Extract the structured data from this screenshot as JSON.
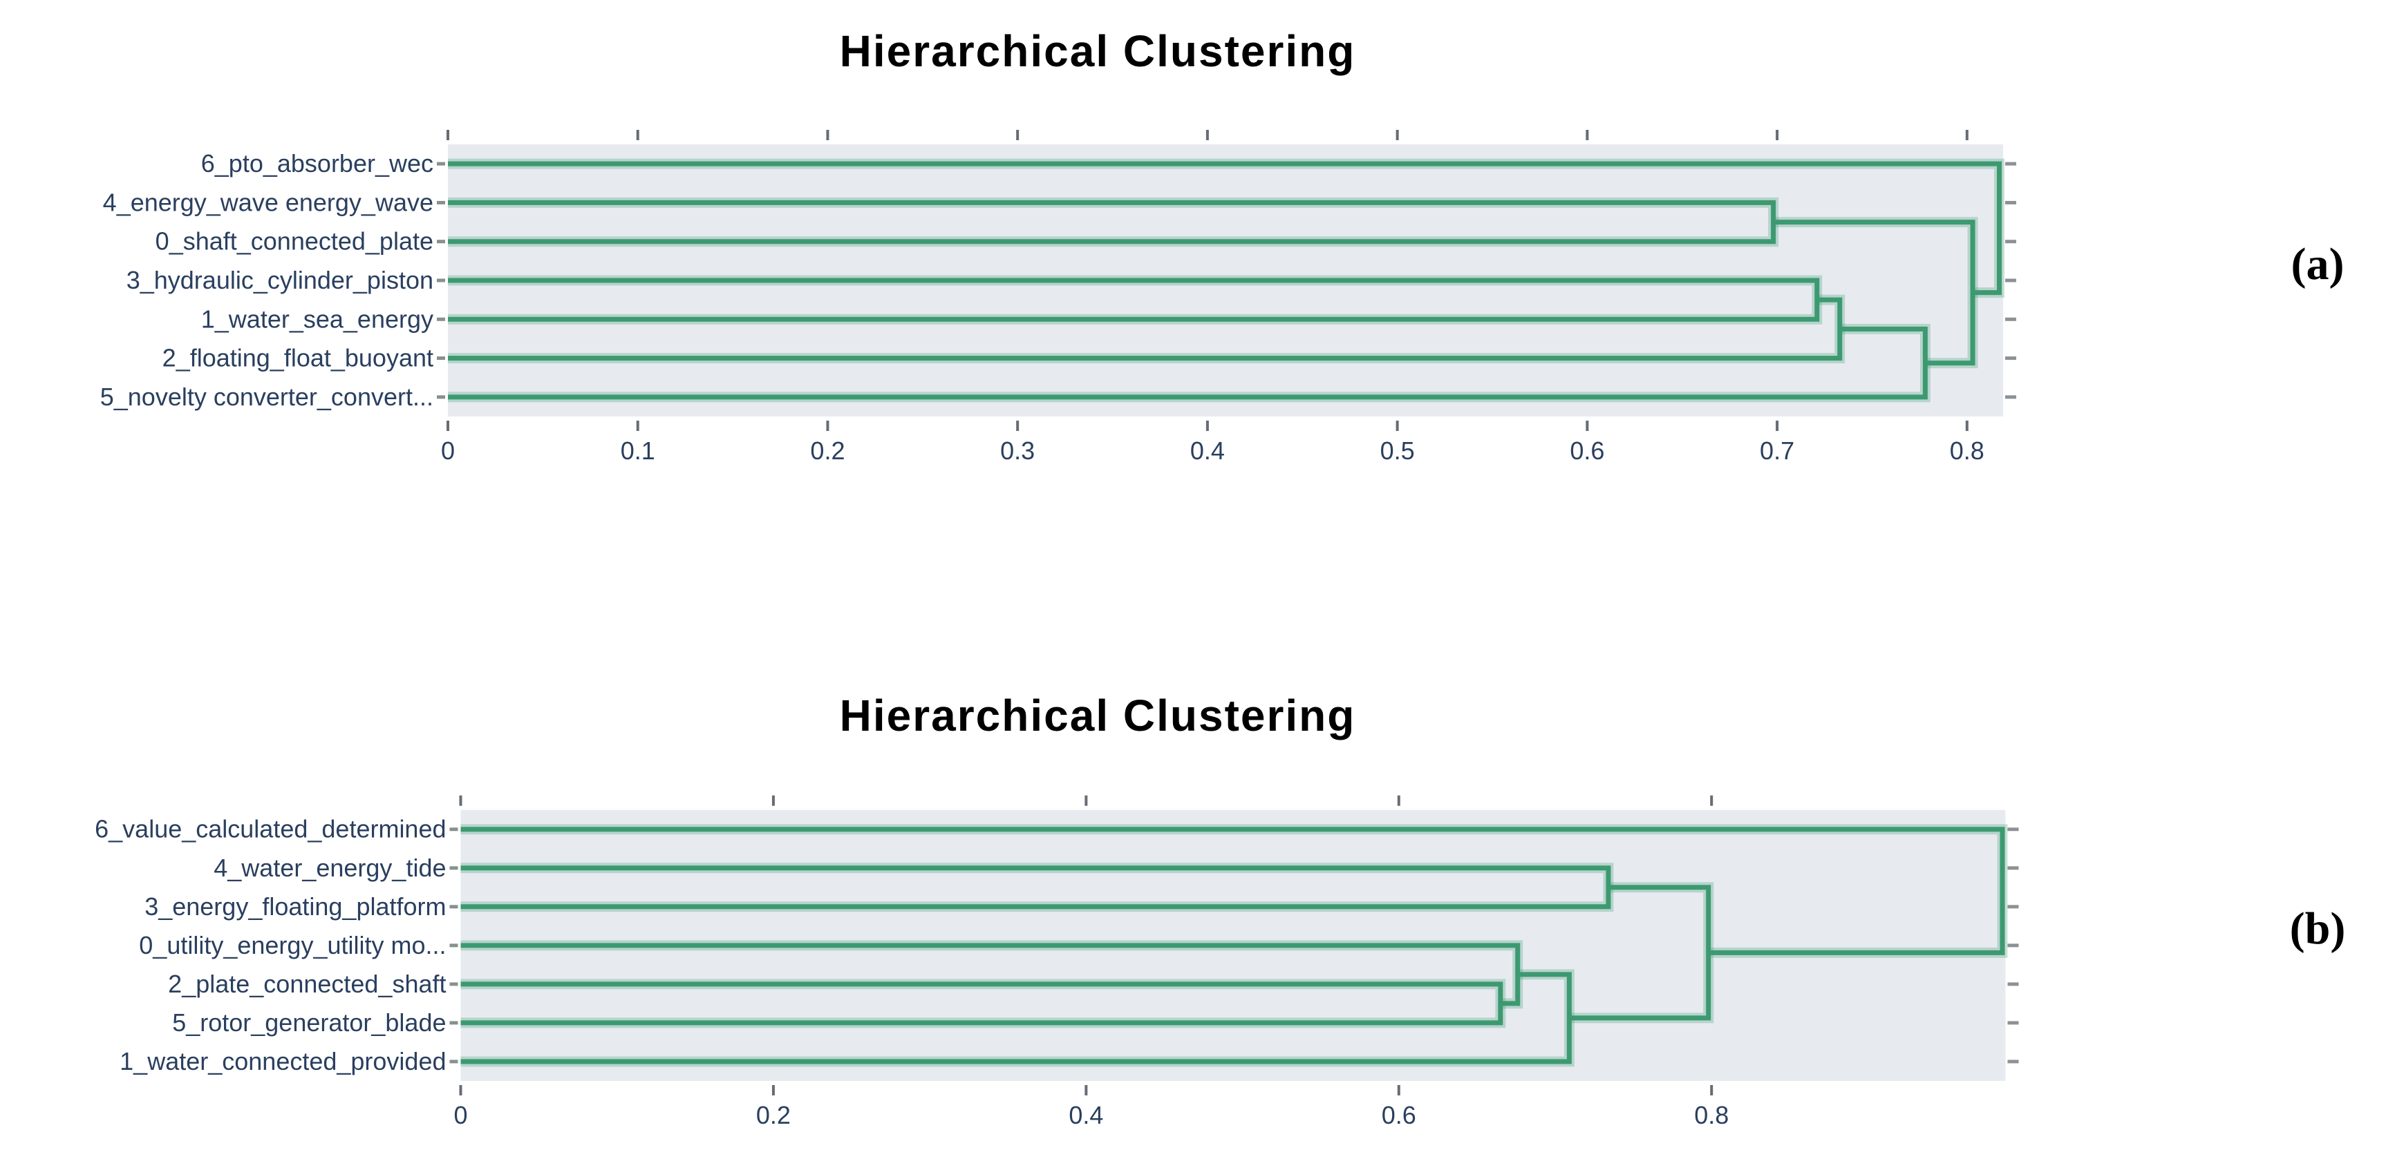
{
  "colors": {
    "line_green": "#3D9970",
    "line_halo": "rgba(61,153,112,0.28)",
    "plot_bg": "#E7EBF0",
    "label_text": "#2a3f5f",
    "title_text": "#000000",
    "axis_tick": "#666c74",
    "leaf_tick": "#87908d",
    "right_tick": "#8d9196"
  },
  "chart_data": [
    {
      "type": "dendrogram",
      "orientation": "horizontal-left-to-right",
      "title": "Hierarchical Clustering",
      "panel_label": "(a)",
      "grid": false,
      "legend": null,
      "leaves": [
        "6_pto_absorber_wec",
        "4_energy_wave energy_wave",
        "0_shaft_connected_plate",
        "3_hydraulic_cylinder_piston",
        "1_water_sea_energy",
        "2_floating_float_buoyant",
        "5_novelty converter_convert..."
      ],
      "merges": [
        {
          "children": [
            "L1",
            "L2"
          ],
          "distance": 0.698
        },
        {
          "children": [
            "L3",
            "L4"
          ],
          "distance": 0.721
        },
        {
          "children": [
            "M1",
            "L5"
          ],
          "distance": 0.733
        },
        {
          "children": [
            "M2",
            "L6"
          ],
          "distance": 0.778
        },
        {
          "children": [
            "M0",
            "M3"
          ],
          "distance": 0.803
        },
        {
          "children": [
            "L0",
            "M4"
          ],
          "distance": 0.817
        }
      ],
      "x_axis": {
        "ticks": [
          0,
          0.1,
          0.2,
          0.3,
          0.4,
          0.5,
          0.6,
          0.7,
          0.8
        ],
        "tick_labels": [
          "0",
          "0.1",
          "0.2",
          "0.3",
          "0.4",
          "0.5",
          "0.6",
          "0.7",
          "0.8"
        ],
        "range": [
          0,
          0.819
        ]
      }
    },
    {
      "type": "dendrogram",
      "orientation": "horizontal-left-to-right",
      "title": "Hierarchical Clustering",
      "panel_label": "(b)",
      "grid": false,
      "legend": null,
      "leaves": [
        "6_value_calculated_determined",
        "4_water_energy_tide",
        "3_energy_floating_platform",
        "0_utility_energy_utility mo...",
        "2_plate_connected_shaft",
        "5_rotor_generator_blade",
        "1_water_connected_provided"
      ],
      "merges": [
        {
          "children": [
            "L4",
            "L5"
          ],
          "distance": 0.665
        },
        {
          "children": [
            "L3",
            "M0"
          ],
          "distance": 0.676
        },
        {
          "children": [
            "M1",
            "L6"
          ],
          "distance": 0.709
        },
        {
          "children": [
            "L1",
            "L2"
          ],
          "distance": 0.734
        },
        {
          "children": [
            "M3",
            "M2"
          ],
          "distance": 0.798
        },
        {
          "children": [
            "L0",
            "M4"
          ],
          "distance": 0.986
        }
      ],
      "x_axis": {
        "ticks": [
          0,
          0.2,
          0.4,
          0.6,
          0.8
        ],
        "tick_labels": [
          "0",
          "0.2",
          "0.4",
          "0.6",
          "0.8"
        ],
        "range": [
          0,
          0.988
        ]
      }
    }
  ]
}
